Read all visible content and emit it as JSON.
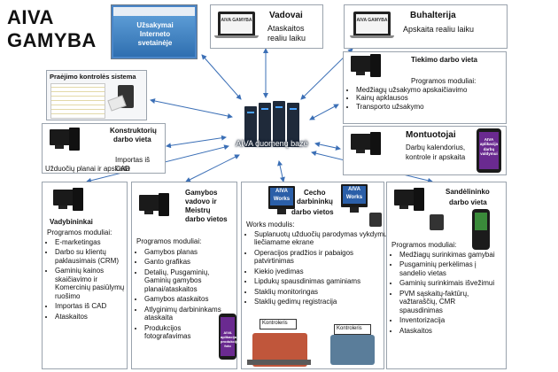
{
  "header": {
    "line1": "AIVA",
    "line2": "GAMYBA"
  },
  "center": {
    "label": "AIVA duomenų bazė"
  },
  "website": {
    "label": "Užsakymai Interneto svetainėje"
  },
  "vadovai": {
    "title": "Vadovai",
    "line1": "Ataskaitos",
    "line2": "realiu laiku",
    "screen": "AIVA GAMYBA"
  },
  "buhalterija": {
    "title": "Buhalterija",
    "text": "Apskaita realiu laiku",
    "screen": "AIVA GAMYBA"
  },
  "praejimo": {
    "title": "Praėjimo kontrolės sistema"
  },
  "tiekimo": {
    "title": "Tiekimo darbo vieta",
    "subtitle": "Programos moduliai:",
    "items": [
      "Medžiagų užsakymo apskaičiavimo",
      "Kainų apklausos",
      "Transporto užsakymo"
    ]
  },
  "konstruktoriu": {
    "title1": "Konstruktorių",
    "title2": "darbo vieta",
    "line1": "Importas iš CAD",
    "line2": "Užduočių planai ir apskaita"
  },
  "montuotojai": {
    "title": "Montuotojai",
    "line1": "Darbų kalendorius,",
    "line2": "kontrole ir apskaita",
    "phone": "AIVA aplikacija darbų valdymui"
  },
  "vadybininkai": {
    "title": "Vadybininkai",
    "subtitle": "Programos moduliai:",
    "items": [
      "E-marketingas",
      "Darbo su klientų paklausimais (CRM)",
      "Gaminių kainos skaičiavimo ir Komercinių pasiūlymų ruošimo",
      "Importas iš CAD",
      "Ataskaitos"
    ]
  },
  "gamybos": {
    "title1": "Gamybos",
    "title2": "vadovo ir",
    "title3": "Meistrų",
    "title4": "darbo vietos",
    "subtitle": "Programos moduliai:",
    "items": [
      "Gamybos planas",
      "Ganto grafikas",
      "Detalių, Pusgaminių, Gaminių gamybos planai/ataskaitos",
      "Gamybos ataskaitos",
      "Atlyginimų darbininkams ataskaita",
      "Produkcijos fotografavimas"
    ],
    "phone": "AIVA aplikacija produkcijos foto"
  },
  "cecho": {
    "title1": "Cecho",
    "title2": "darbininkų",
    "title3": "darbo vietos",
    "subtitle": "Works modulis:",
    "items": [
      "Suplanuotų užduočių parodymas vykdymui liečiamame ekrane",
      "Operacijos pradžios ir pabaigos patvirtinimas",
      "Kiekio įvedimas",
      "Lipdukų spausdinimas gaminiams",
      "Staklių monitoringas",
      "Staklių gedimų registracija"
    ],
    "screen1": "AIVA Works",
    "screen2": "AIVA Works",
    "ctrl1": "Kontroleris",
    "ctrl2": "Kontroleris"
  },
  "sandelininko": {
    "title1": "Sandėlininko",
    "title2": "darbo vieta",
    "subtitle": "Programos moduliai:",
    "items": [
      "Medžiagų surinkimas gamybai",
      "Pusgaminių perkėlimas į sandelio vietas",
      "Gaminių surinkimais išvežimui",
      "PVM sąskaitų-faktūrų, važtaraščių, CMR spausdinimas",
      "Inventorizacija",
      "Ataskaitos"
    ]
  },
  "colors": {
    "arrow": "#3b6fb6",
    "border": "#9aa3ad",
    "aiva_blue": "#2b5fa8",
    "phone_purple": "#6a2a90"
  }
}
